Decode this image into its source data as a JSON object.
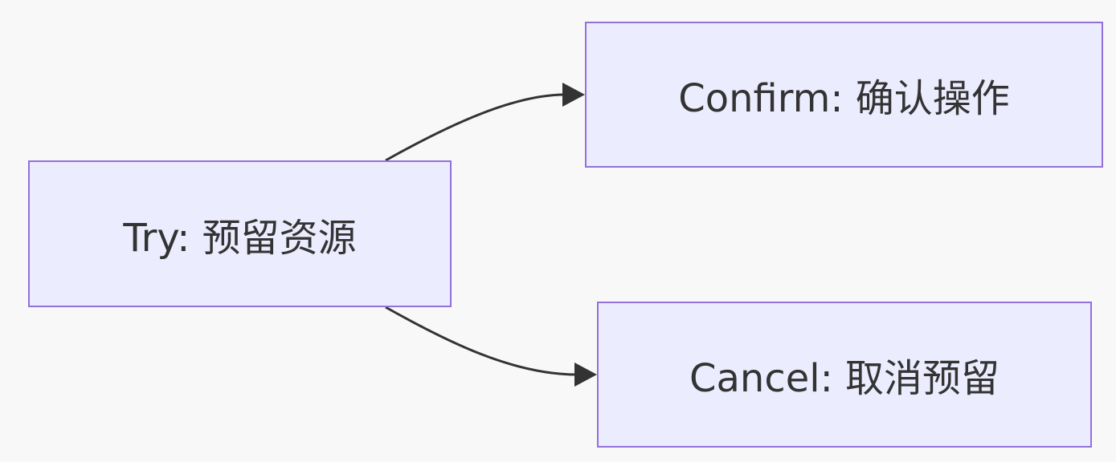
{
  "diagram": {
    "colors": {
      "background": "#f8f8f8",
      "node_fill": "#ececff",
      "node_border": "#9370db",
      "edge": "#333333",
      "text": "#333333"
    },
    "nodes": {
      "try": {
        "label": "Try: 预留资源"
      },
      "confirm": {
        "label": "Confirm: 确认操作"
      },
      "cancel": {
        "label": "Cancel: 取消预留"
      }
    },
    "edges": [
      {
        "from": "try",
        "to": "confirm"
      },
      {
        "from": "try",
        "to": "cancel"
      }
    ]
  }
}
